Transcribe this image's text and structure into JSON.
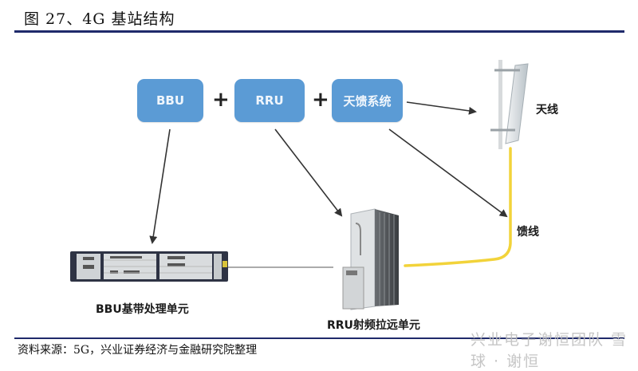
{
  "figure": {
    "title": "图 27、4G 基站结构",
    "source": "资料来源：5G，兴业证券经济与金融研究院整理",
    "watermark": "兴业电子谢恒团队  雪球 · 谢恒"
  },
  "components": {
    "boxes": [
      {
        "id": "bbu",
        "label": "BBU"
      },
      {
        "id": "rru",
        "label": "RRU"
      },
      {
        "id": "antenna-feeder",
        "label": "天馈系统"
      }
    ],
    "plus_sign": "+",
    "antenna_label": "天线",
    "feeder_label": "馈线",
    "bbu_unit_label": "BBU基带处理单元",
    "rru_unit_label": "RRU射频拉远单元"
  },
  "colors": {
    "box_fill": "#5b9bd5",
    "rule": "#1f2a6b",
    "feeder_cable": "#f2d33a",
    "arrow": "#333333"
  }
}
